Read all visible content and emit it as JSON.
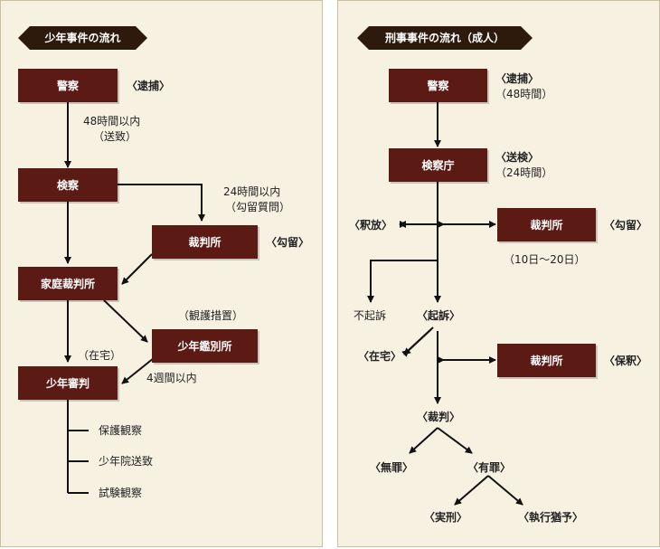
{
  "left": {
    "title": "少年事件の流れ",
    "nodes": {
      "police": "警察",
      "prosecutor": "検察",
      "court": "裁判所",
      "family_court": "家庭裁判所",
      "classification": "少年鑑別所",
      "trial": "少年審判"
    },
    "labels": {
      "arrest": "〈逮捕〉",
      "hours48": "48時間以内",
      "send": "（送致）",
      "hours24": "24時間以内",
      "detention_q": "（勾留質問）",
      "detention": "〈勾留〉",
      "observation": "（観護措置）",
      "home": "（在宅）",
      "weeks4": "4週間以内"
    },
    "outcomes": [
      "保護観察",
      "少年院送致",
      "試験観察"
    ]
  },
  "right": {
    "title": "刑事事件の流れ（成人）",
    "nodes": {
      "police": "警察",
      "prosecutor_office": "検察庁",
      "court1": "裁判所",
      "court2": "裁判所"
    },
    "labels": {
      "arrest": "〈逮捕〉",
      "hours48": "（48時間）",
      "send": "〈送検〉",
      "hours24": "（24時間）",
      "release": "〈釈放〉",
      "detention": "〈勾留〉",
      "days": "（10日〜20日）",
      "no_indict": "不起訴",
      "indict": "〈起訴〉",
      "home": "〈在宅〉",
      "bail": "〈保釈〉",
      "trial": "〈裁判〉",
      "innocent": "〈無罪〉",
      "guilty": "〈有罪〉",
      "prison": "〈実刑〉",
      "suspended": "〈執行猶予〉"
    }
  },
  "colors": {
    "node_fill": "#5c1a15",
    "banner": "#2d1a0d",
    "panel": "#f6f1e1",
    "line": "#111111"
  }
}
